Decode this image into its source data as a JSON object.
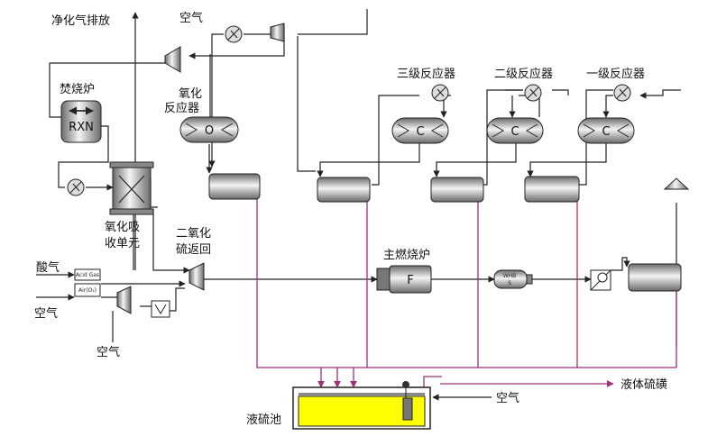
{
  "labels": {
    "clean_gas": "净化气排放",
    "air_top": "空气",
    "incinerator": "焚烧炉",
    "rxn": "RXN",
    "oxidation_reactor_1": "氧化",
    "oxidation_reactor_2": "反应器",
    "oxidation_reactor_tag": "O",
    "absorber_1": "氧化吸",
    "absorber_2": "收单元",
    "so2_return_1": "二氧化",
    "so2_return_2": "硫返回",
    "reactor_3": "三级反应器",
    "reactor_2": "二级反应器",
    "reactor_1": "一级反应器",
    "reactor_tag": "C",
    "acid_gas": "酸气",
    "air_left": "空气",
    "air_bottom": "空气",
    "acid_gas_small": "Acid Gas",
    "air_o2_small": "Air(O₂)",
    "main_burner": "主燃烧炉",
    "burner_tag": "F",
    "whb_tag_1": "WHB",
    "whb_tag_2": "S",
    "liquid_sulfur": "液体硫磺",
    "air_pit": "空气",
    "sulfur_pit": "液硫池"
  },
  "colors": {
    "sulfur_line": "#a0307a",
    "pit_fill": "#ffff00",
    "pipe": "#222222",
    "vessel_dark": "#555555"
  }
}
